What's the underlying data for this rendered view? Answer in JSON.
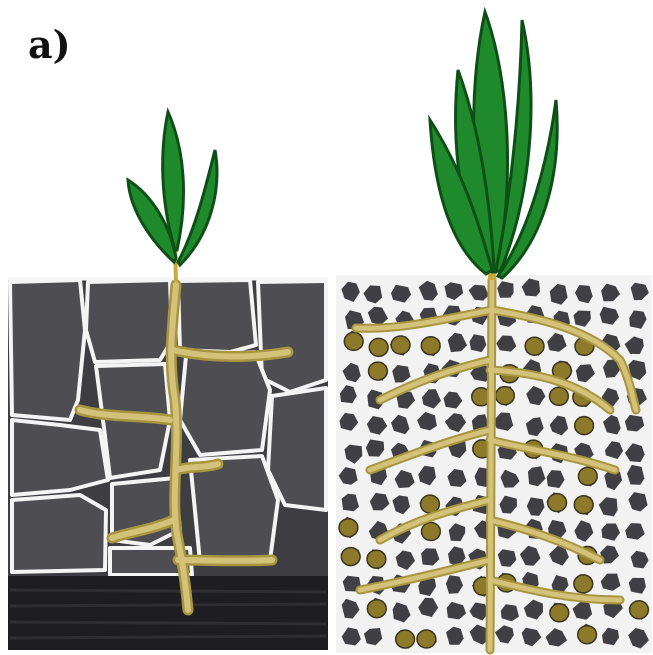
{
  "figure": {
    "panel_label": "a)",
    "panels": [
      {
        "name": "left-panel",
        "soil": "compacted-blocky-soil",
        "roots": "sparse-roots"
      },
      {
        "name": "right-panel",
        "soil": "granular-aggregated-soil",
        "roots": "branched-roots"
      }
    ]
  },
  "colors": {
    "leaf": "#1f8a2c",
    "leaf_dark": "#0d4f16",
    "stem": "#c9a938",
    "root": "#d4c27a",
    "root_edge": "#a8953f",
    "soil_left": "#3d3d42",
    "soil_left_block": "#4a4a4f",
    "soil_bottom": "#1e1e22",
    "soil_right_gap": "#f2f2f2",
    "soil_right_crumb": "#3f3f44",
    "organic": "#8c7a2a"
  }
}
